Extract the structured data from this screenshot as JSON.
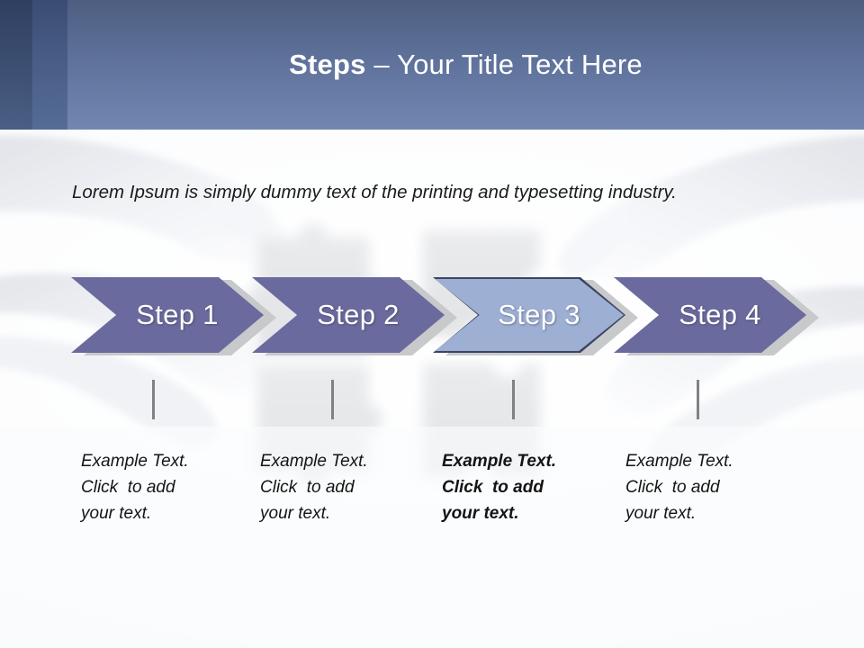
{
  "slide": {
    "background_color": "#f7f8fb",
    "background_image": "hands-holding-puzzle-pieces"
  },
  "header": {
    "title_strong": "Steps",
    "title_rest": " – Your Title Text Here",
    "band_dark_color": "#3b4d70",
    "band_mid_color": "#485c85",
    "band_main_color": "#5e719a",
    "title_color": "#ffffff"
  },
  "body": {
    "lead_paragraph": "Lorem Ipsum is simply dummy text of the printing and typesetting industry."
  },
  "process": {
    "accent_color": "#6a6a9e",
    "highlight_color": "#9dafd2",
    "outline_color": "#3c4462",
    "shadow_color": "#c8c9cb",
    "tick_color": "#7f8186",
    "steps": [
      {
        "label": "Step 1",
        "highlighted": false,
        "emphasis": false,
        "caption_lines": [
          "Example Text.",
          "Click  to add",
          "your text."
        ]
      },
      {
        "label": "Step 2",
        "highlighted": false,
        "emphasis": false,
        "caption_lines": [
          "Example Text.",
          "Click  to add",
          "your text."
        ]
      },
      {
        "label": "Step 3",
        "highlighted": true,
        "emphasis": true,
        "caption_lines": [
          "Example Text.",
          "Click  to add",
          "your text."
        ]
      },
      {
        "label": "Step 4",
        "highlighted": false,
        "emphasis": false,
        "caption_lines": [
          "Example Text.",
          "Click  to add",
          "your text."
        ]
      }
    ]
  }
}
